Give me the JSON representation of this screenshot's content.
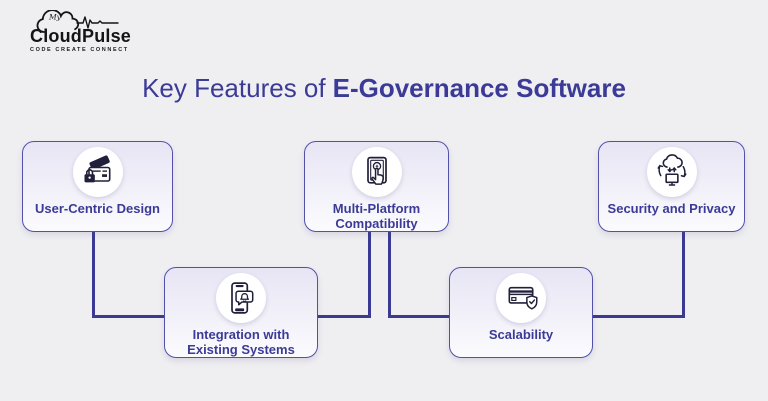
{
  "background_color": "#efeef1",
  "logo": {
    "my": "My",
    "name": "CloudPulse",
    "tagline": "CODE CREATE CONNECT"
  },
  "title": {
    "prefix": "Key Features of",
    "emphasis": "E-Governance Software"
  },
  "accent": {
    "text_color": "#3b3b97",
    "card_border_color": "#5151a8",
    "connector_color": "#3a3a94",
    "logo_color": "#141414",
    "icon_stroke_color": "#20203a"
  },
  "cards": [
    {
      "id": "user-centric-design",
      "label": "User-Centric Design",
      "icon": "secure-id-card-icon",
      "row": "top"
    },
    {
      "id": "integration-existing-systems",
      "label": "Integration with Existing Systems",
      "icon": "phone-notification-icon",
      "row": "bottom"
    },
    {
      "id": "multi-platform-compatibility",
      "label": "Multi-Platform Compatibility",
      "icon": "touch-screen-icon",
      "row": "top"
    },
    {
      "id": "scalability",
      "label": "Scalability",
      "icon": "card-shield-check-icon",
      "row": "bottom"
    },
    {
      "id": "security-privacy",
      "label": "Security and Privacy",
      "icon": "cloud-sync-icon",
      "row": "top"
    }
  ]
}
